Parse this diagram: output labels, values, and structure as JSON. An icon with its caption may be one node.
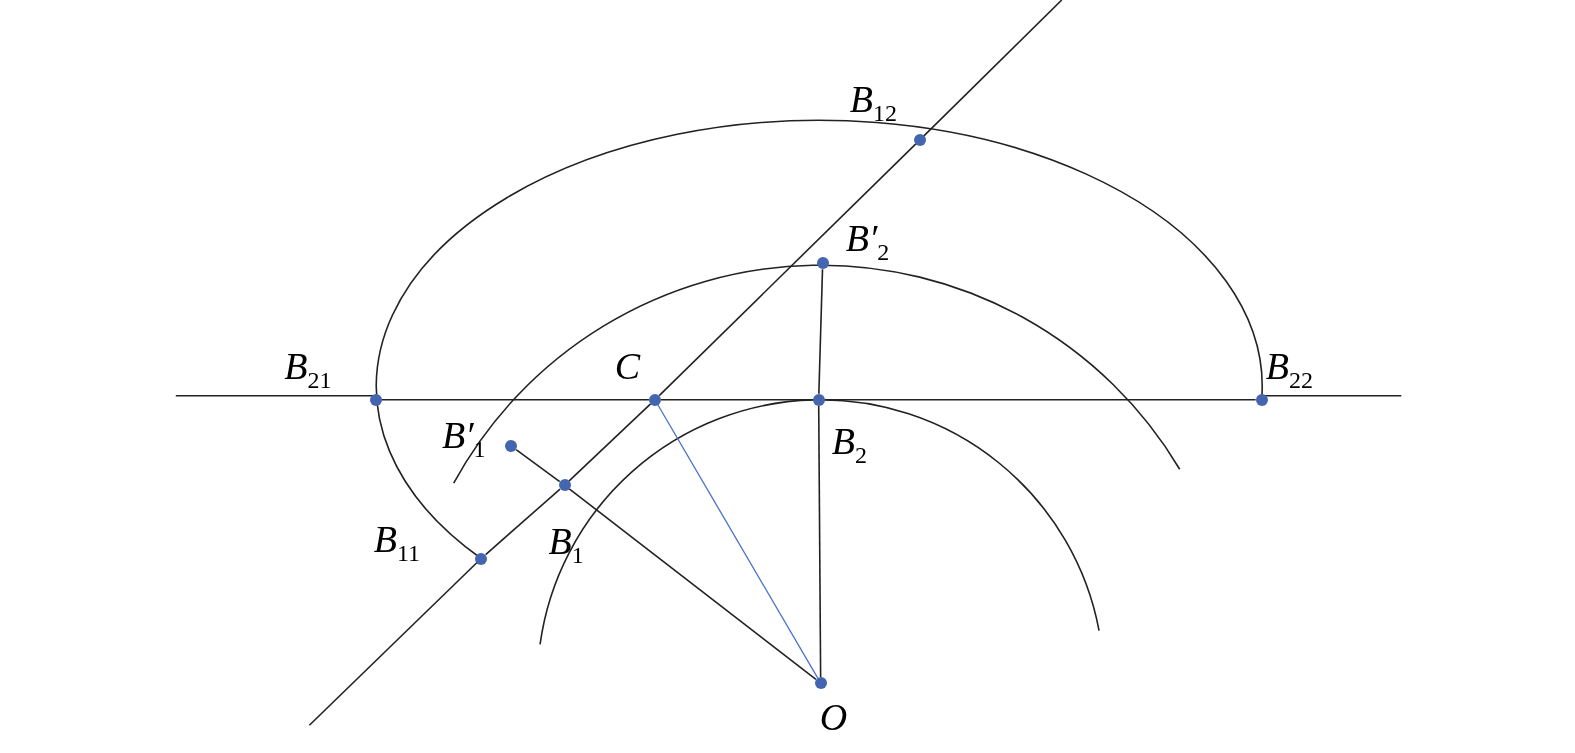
{
  "diagram": {
    "nodes": [
      {
        "text": [
          "*B*$_{12}$"
        ]
      },
      {
        "text": [
          "*B*′$_{2}$"
        ]
      },
      {
        "text": [
          "*B*$_{21}$"
        ]
      },
      {
        "text": [
          "C"
        ]
      },
      {
        "text": [
          "*B*$_{22}$"
        ]
      },
      {
        "text": [
          "*B*′$_{1}$"
        ]
      },
      {
        "text": [
          "*B*$_{2}$"
        ]
      },
      {
        "text": [
          "*B*$_{1}$"
        ]
      },
      {
        "text": [
          "*B*$_{11}$"
        ]
      },
      {
        "text": [
          "O"
        ]
      }
    ],
    "edges": [
      {
        "from": 5,
        "to": 7,
        "arrow": "none"
      },
      {
        "from": 7,
        "to": 9,
        "arrow": "none"
      },
      {
        "from": 1,
        "to": 6,
        "arrow": "none"
      },
      {
        "from": 6,
        "to": 9,
        "arrow": "none"
      },
      {
        "from": 3,
        "to": 9,
        "arrow": "none",
        "color": "#4a72c8"
      },
      {
        "from": 8,
        "to": 7,
        "arrow": "none"
      },
      {
        "from": 7,
        "to": 3,
        "arrow": "none"
      },
      {
        "from": 3,
        "to": 0,
        "arrow": "none"
      },
      {
        "from": 2,
        "to": 3,
        "arrow": "none"
      },
      {
        "from": 3,
        "to": 6,
        "arrow": "none"
      },
      {
        "from": 6,
        "to": 4,
        "arrow": "none"
      }
    ]
  }
}
